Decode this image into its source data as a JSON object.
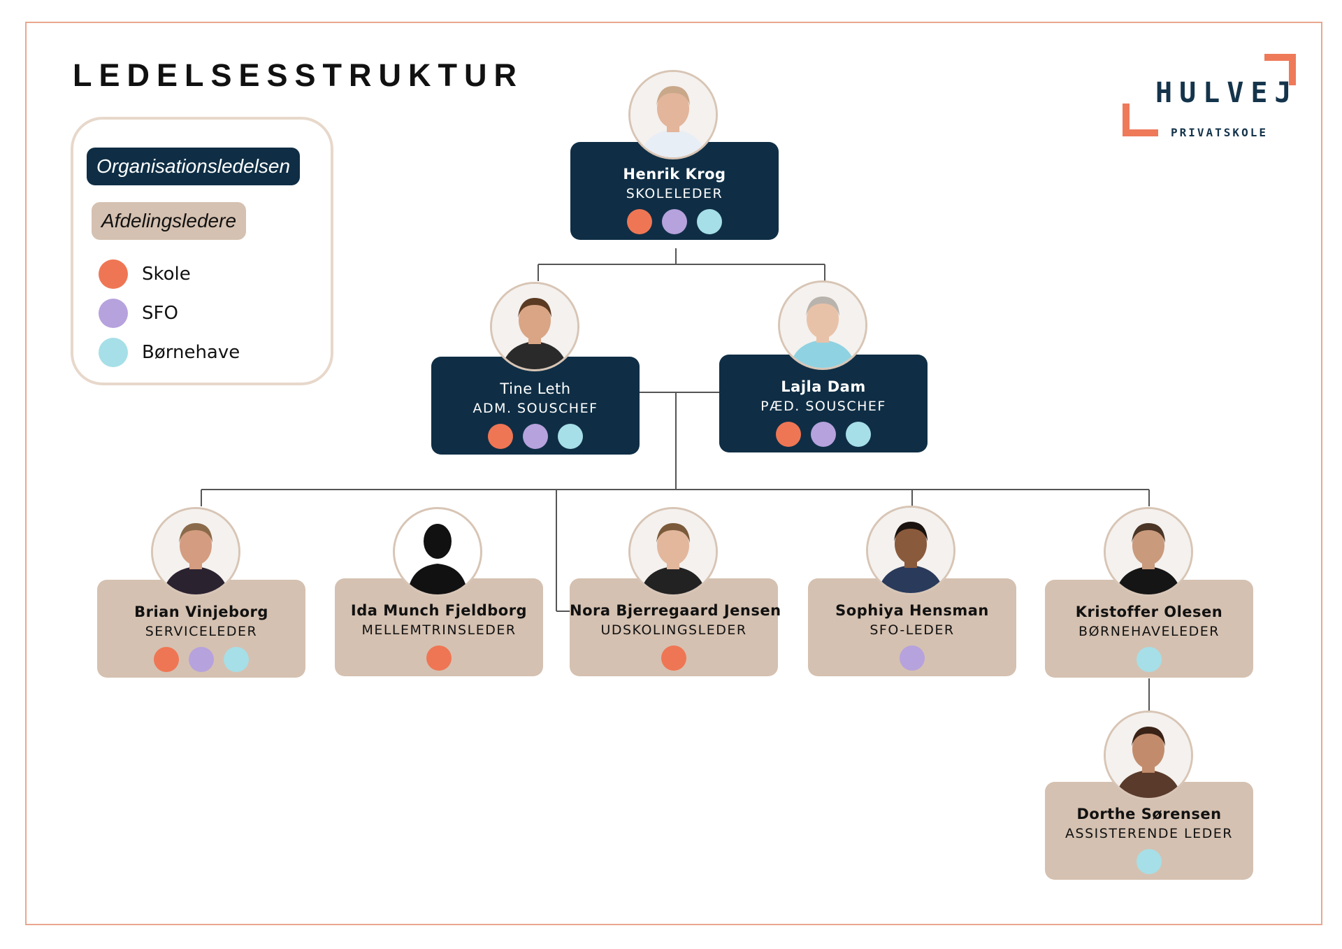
{
  "title": "LEDELSESSTRUKTUR",
  "logo": {
    "name": "HULVEJ",
    "subtitle": "PRIVATSKOLE",
    "accent": "#ee7a5a"
  },
  "colors": {
    "dark": "#0f2e45",
    "tan": "#d5c1b1",
    "skole": "#ef7654",
    "sfo": "#b6a2dd",
    "bornehave": "#a6dfe7"
  },
  "legend": {
    "org_label": "Organisationsledelsen",
    "dept_label": "Afdelingsledere",
    "items": [
      {
        "label": "Skole",
        "color": "#ef7654"
      },
      {
        "label": "SFO",
        "color": "#b6a2dd"
      },
      {
        "label": "Børnehave",
        "color": "#a6dfe7"
      }
    ]
  },
  "people": [
    {
      "name": "Henrik Krog",
      "role": "SKOLELEDER",
      "level": "org",
      "areas": [
        "skole",
        "sfo",
        "bornehave"
      ],
      "portrait": "person-photo"
    },
    {
      "name": "Tine Leth",
      "role": "ADM. SOUSCHEF",
      "level": "org",
      "areas": [
        "skole",
        "sfo",
        "bornehave"
      ],
      "portrait": "person-photo"
    },
    {
      "name": "Lajla Dam",
      "role": "PÆD. SOUSCHEF",
      "level": "org",
      "areas": [
        "skole",
        "sfo",
        "bornehave"
      ],
      "portrait": "person-photo"
    },
    {
      "name": "Brian Vinjeborg",
      "role": "SERVICELEDER",
      "level": "dept",
      "areas": [
        "skole",
        "sfo",
        "bornehave"
      ],
      "portrait": "person-photo"
    },
    {
      "name": "Ida Munch Fjeldborg",
      "role": "MELLEMTRINSLEDER",
      "level": "dept",
      "areas": [
        "skole"
      ],
      "portrait": "silhouette"
    },
    {
      "name": "Nora Bjerregaard Jensen",
      "role": "UDSKOLINGSLEDER",
      "level": "dept",
      "areas": [
        "skole"
      ],
      "portrait": "person-photo"
    },
    {
      "name": "Sophiya Hensman",
      "role": "SFO-LEDER",
      "level": "dept",
      "areas": [
        "sfo"
      ],
      "portrait": "person-photo"
    },
    {
      "name": "Kristoffer Olesen",
      "role": "BØRNEHAVELEDER",
      "level": "dept",
      "areas": [
        "bornehave"
      ],
      "portrait": "person-photo"
    },
    {
      "name": "Dorthe Sørensen",
      "role": "ASSISTERENDE LEDER",
      "level": "dept",
      "areas": [
        "bornehave"
      ],
      "portrait": "person-photo"
    }
  ]
}
